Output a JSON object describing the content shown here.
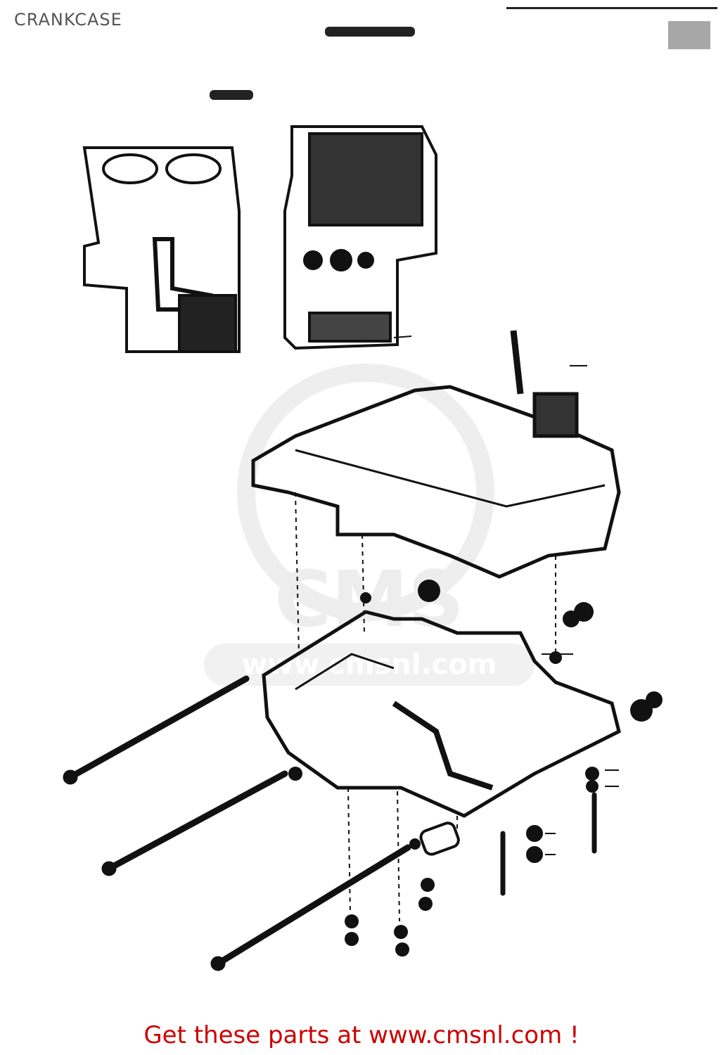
{
  "header": {
    "title": "CRANKCASE"
  },
  "footer": {
    "link_text": "Get these parts at www.cmsnl.com !"
  },
  "colors": {
    "ink": "#111111",
    "title": "#555555",
    "link": "#cc0000",
    "watermark": "#d9d9d9"
  },
  "watermark": {
    "text": "www.cmsnl.com",
    "logo": "CMS"
  }
}
